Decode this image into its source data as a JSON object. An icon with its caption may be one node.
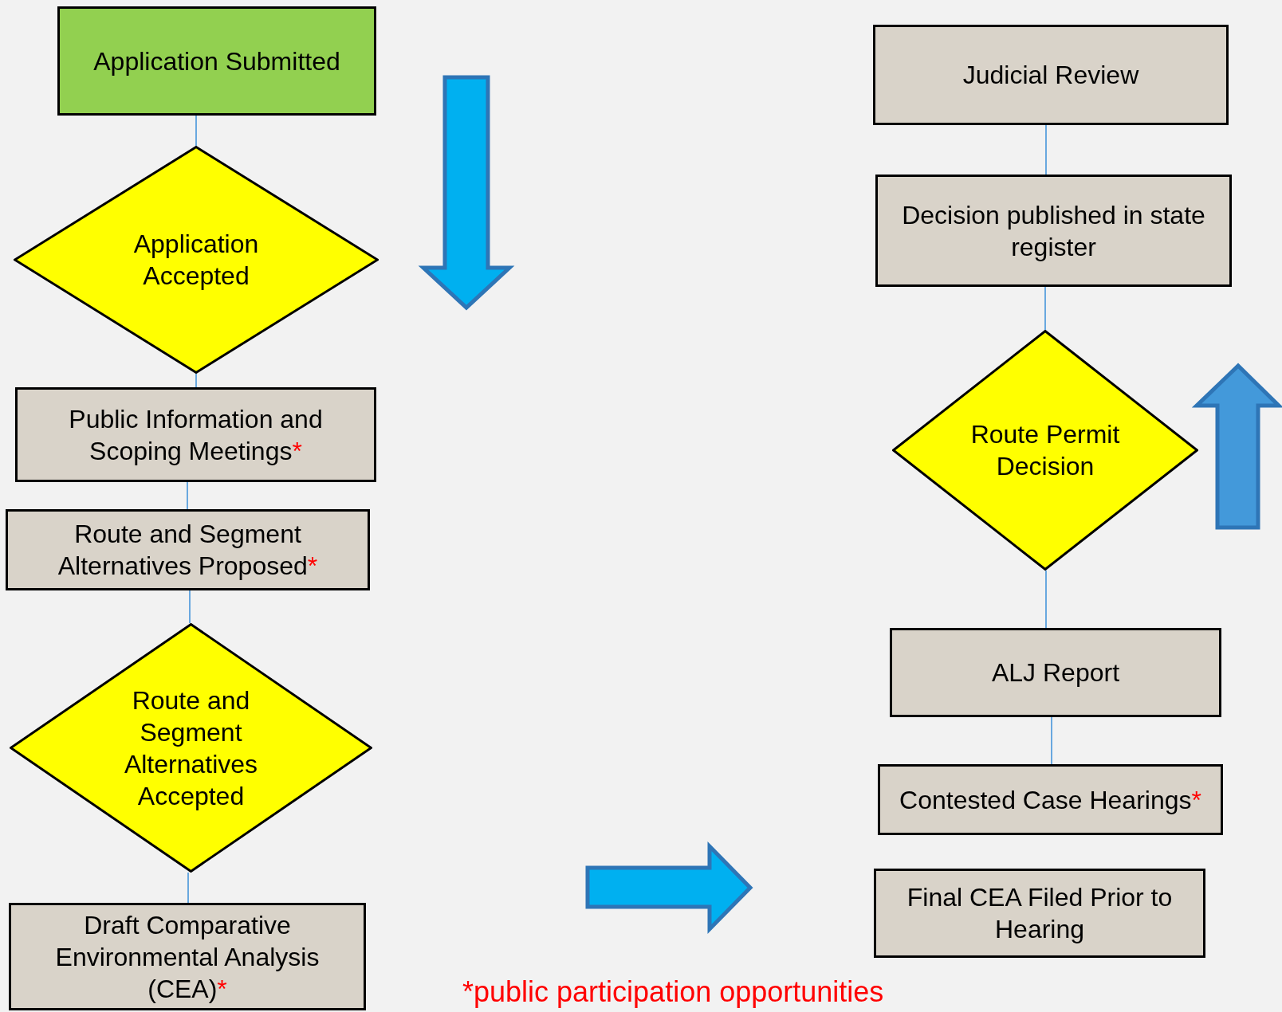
{
  "diagram": {
    "nodes": [
      {
        "text": [
          "Application Submitted"
        ]
      },
      {
        "text": [
          "Application Accepted"
        ]
      },
      {
        "text": [
          "Public Information and Scoping Meetings",
          "*"
        ]
      },
      {
        "text": [
          "Route and Segment Alternatives Proposed",
          "*"
        ]
      },
      {
        "text": [
          "Route and Segment Alternatives Accepted"
        ]
      },
      {
        "text": [
          "Draft Comparative Environmental Analysis (CEA)",
          "*"
        ]
      },
      {
        "text": [
          "Judicial Review"
        ]
      },
      {
        "text": [
          "Decision published in state register"
        ]
      },
      {
        "text": [
          "Route Permit Decision"
        ]
      },
      {
        "text": [
          "ALJ Report"
        ]
      },
      {
        "text": [
          "Contested Case Hearings",
          "*"
        ]
      },
      {
        "text": [
          "Final CEA  Filed Prior to Hearing"
        ]
      }
    ],
    "edges": [
      {
        "from": 0,
        "to": 1,
        "arrow": "none"
      },
      {
        "from": 1,
        "to": 2,
        "arrow": "none"
      },
      {
        "from": 2,
        "to": 3,
        "arrow": "none"
      },
      {
        "from": 3,
        "to": 4,
        "arrow": "none"
      },
      {
        "from": 4,
        "to": 5,
        "arrow": "none"
      },
      {
        "from": 6,
        "to": 7,
        "arrow": "none"
      },
      {
        "from": 7,
        "to": 8,
        "arrow": "none"
      },
      {
        "from": 8,
        "to": 9,
        "arrow": "none"
      },
      {
        "from": 9,
        "to": 10,
        "arrow": "none"
      }
    ],
    "labels": [
      "*public participation opportunities"
    ]
  }
}
